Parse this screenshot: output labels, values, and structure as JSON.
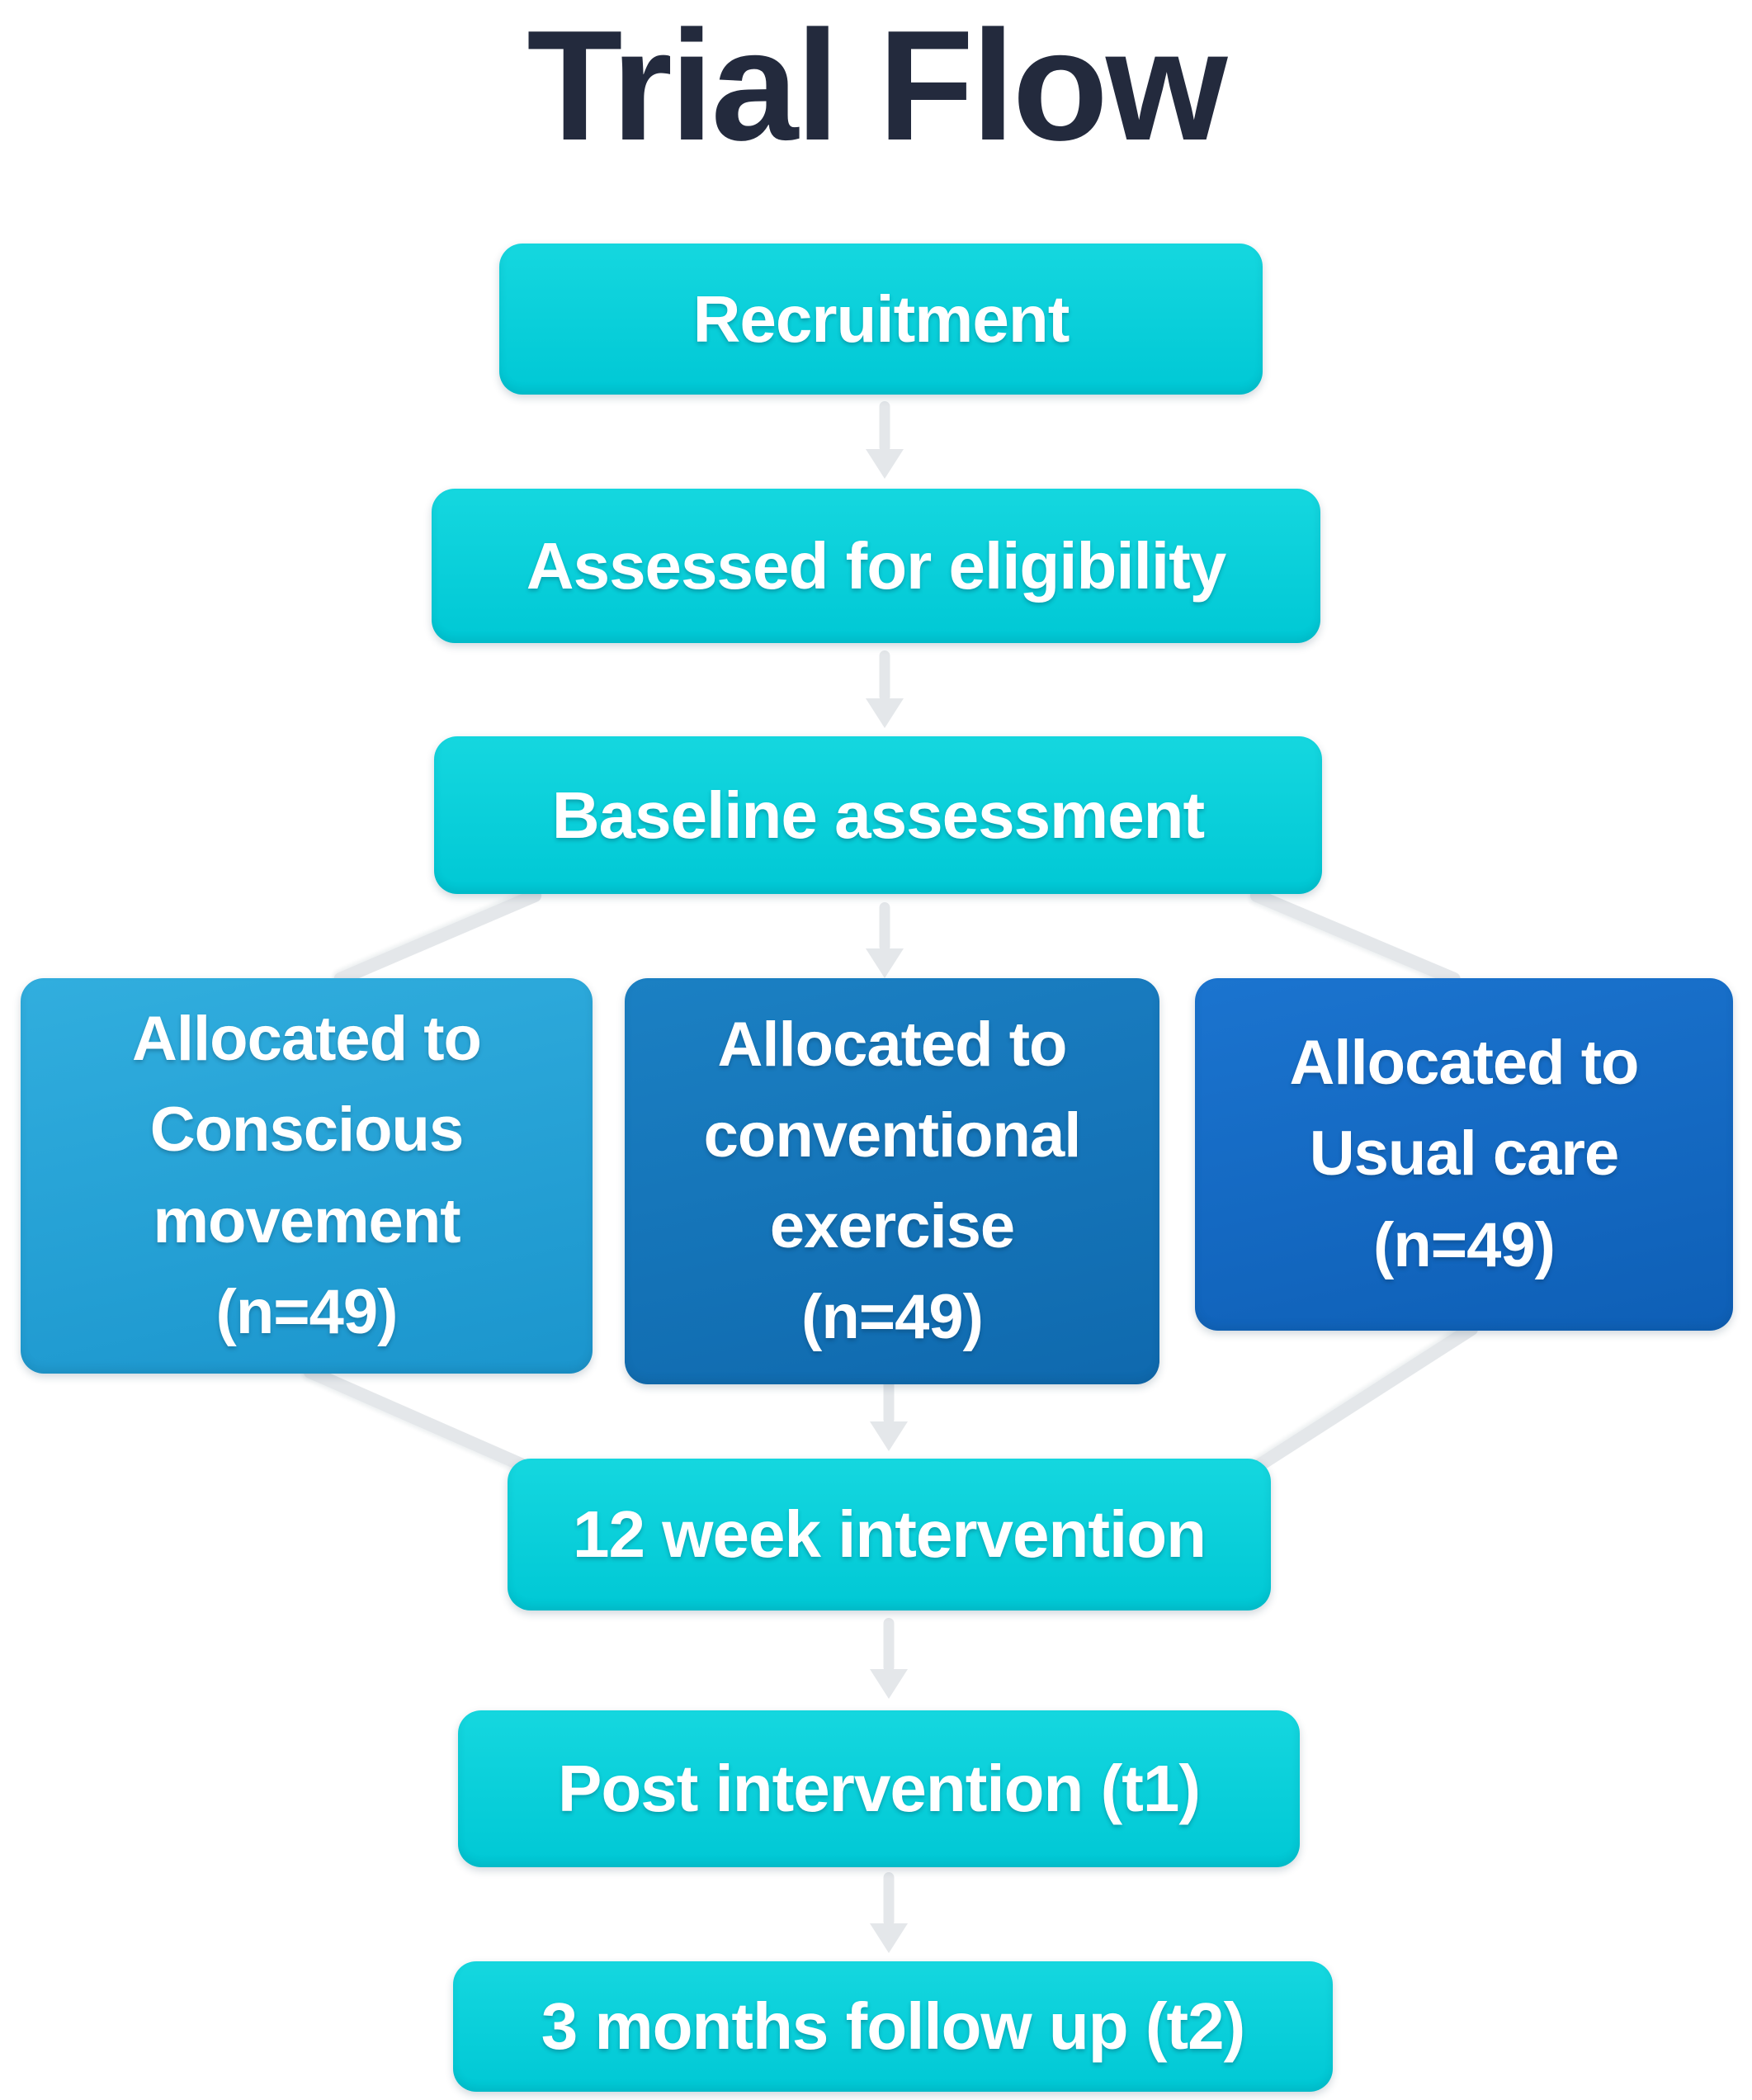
{
  "title": "Trial Flow",
  "nodes": {
    "recruitment": {
      "label": "Recruitment"
    },
    "assessed": {
      "label": "Assessed for eligibility"
    },
    "baseline": {
      "label": "Baseline assessment"
    },
    "alloc_conscious": {
      "lines": [
        "Allocated to",
        "Conscious",
        "movement",
        "(n=49)"
      ],
      "n": "49"
    },
    "alloc_conventional": {
      "lines": [
        "Allocated to",
        "conventional",
        "exercise",
        "(n=49)"
      ],
      "n": "49"
    },
    "alloc_usual": {
      "lines": [
        "Allocated to",
        "Usual care",
        "(n=49)"
      ],
      "n": "49"
    },
    "intervention": {
      "label": "12 week intervention"
    },
    "post": {
      "label": "Post intervention (t1)"
    },
    "followup": {
      "label": "3 months follow up (t2)"
    }
  },
  "colors": {
    "teal": "#0bcfd9",
    "blue_light": "#21a0d6",
    "blue_mid": "#1372b9",
    "blue_dark": "#1468c4",
    "connector_gray": "#e4e7ea",
    "title_text": "#232a3d",
    "node_text": "#ffffff"
  }
}
